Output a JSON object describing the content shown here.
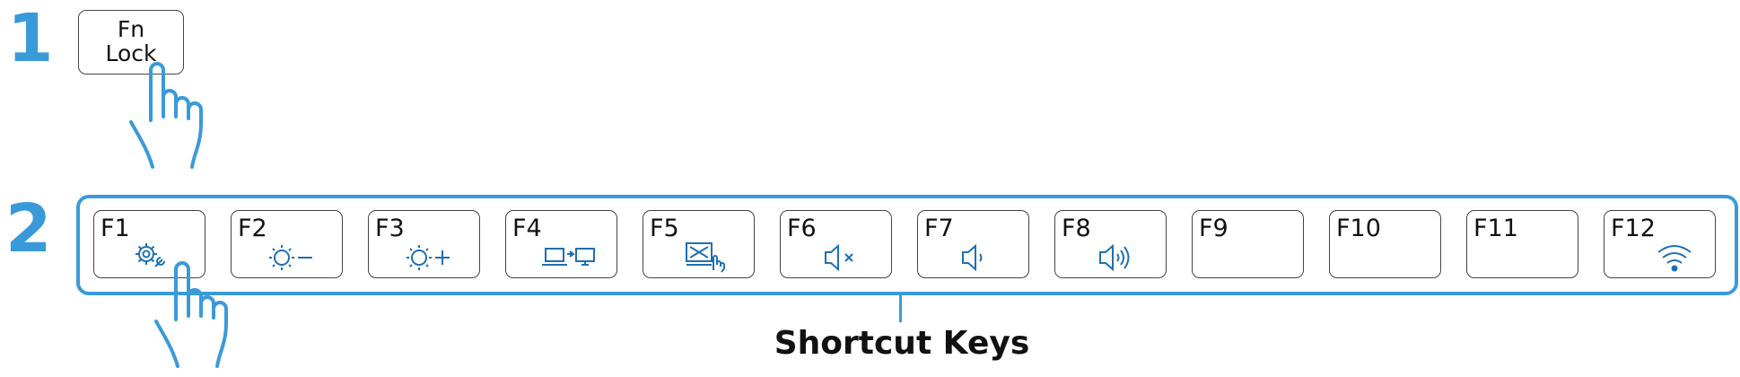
{
  "steps": [
    "1",
    "2"
  ],
  "fn_lock": {
    "line1": "Fn",
    "line2": "Lock"
  },
  "keys": [
    {
      "label": "F1",
      "icon": "settings-wrench-icon"
    },
    {
      "label": "F2",
      "icon": "brightness-down-icon"
    },
    {
      "label": "F3",
      "icon": "brightness-up-icon"
    },
    {
      "label": "F4",
      "icon": "display-switch-icon"
    },
    {
      "label": "F5",
      "icon": "touchpad-toggle-icon"
    },
    {
      "label": "F6",
      "icon": "mute-icon"
    },
    {
      "label": "F7",
      "icon": "volume-down-icon"
    },
    {
      "label": "F8",
      "icon": "volume-up-icon"
    },
    {
      "label": "F9",
      "icon": ""
    },
    {
      "label": "F10",
      "icon": ""
    },
    {
      "label": "F11",
      "icon": ""
    },
    {
      "label": "F12",
      "icon": "wifi-icon"
    }
  ],
  "caption": "Shortcut Keys",
  "colors": {
    "accent": "#3A9AD9",
    "key_border": "#444444",
    "text": "#111111"
  }
}
